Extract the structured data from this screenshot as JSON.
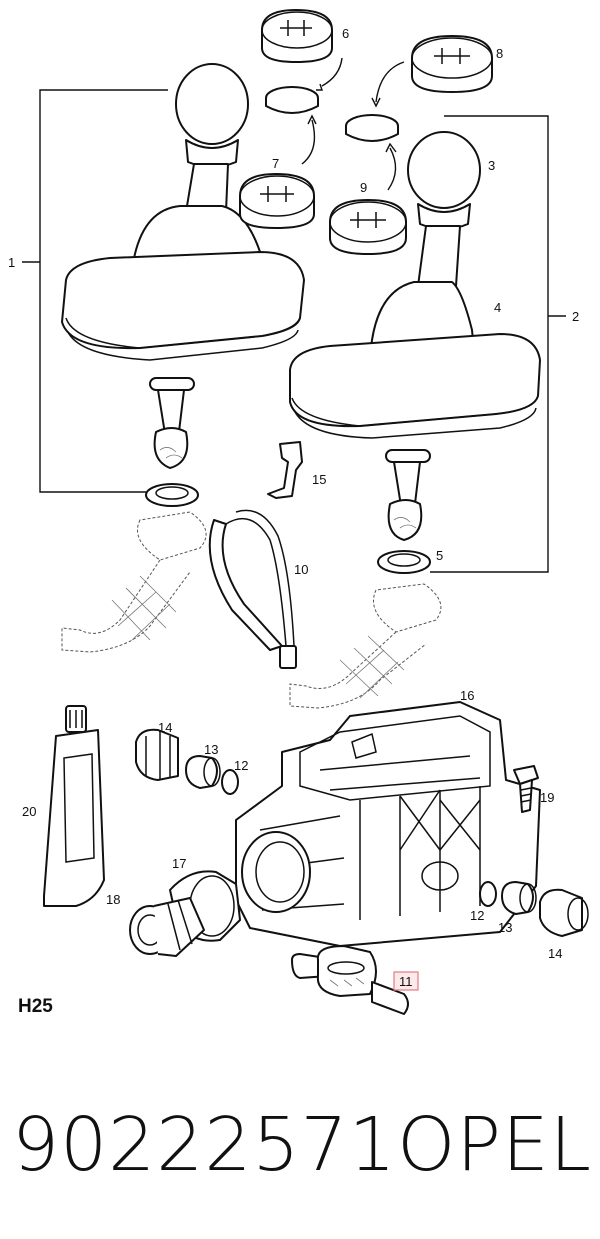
{
  "diagram": {
    "code": "H25",
    "callouts": [
      "1",
      "2",
      "3",
      "4",
      "5",
      "6",
      "7",
      "8",
      "9",
      "10",
      "11",
      "12",
      "12",
      "13",
      "13",
      "14",
      "14",
      "15",
      "16",
      "17",
      "18",
      "19",
      "20"
    ],
    "highlight_color": "#e07a86"
  },
  "footer": {
    "part_number": "90222571",
    "brand": "OPEL"
  }
}
